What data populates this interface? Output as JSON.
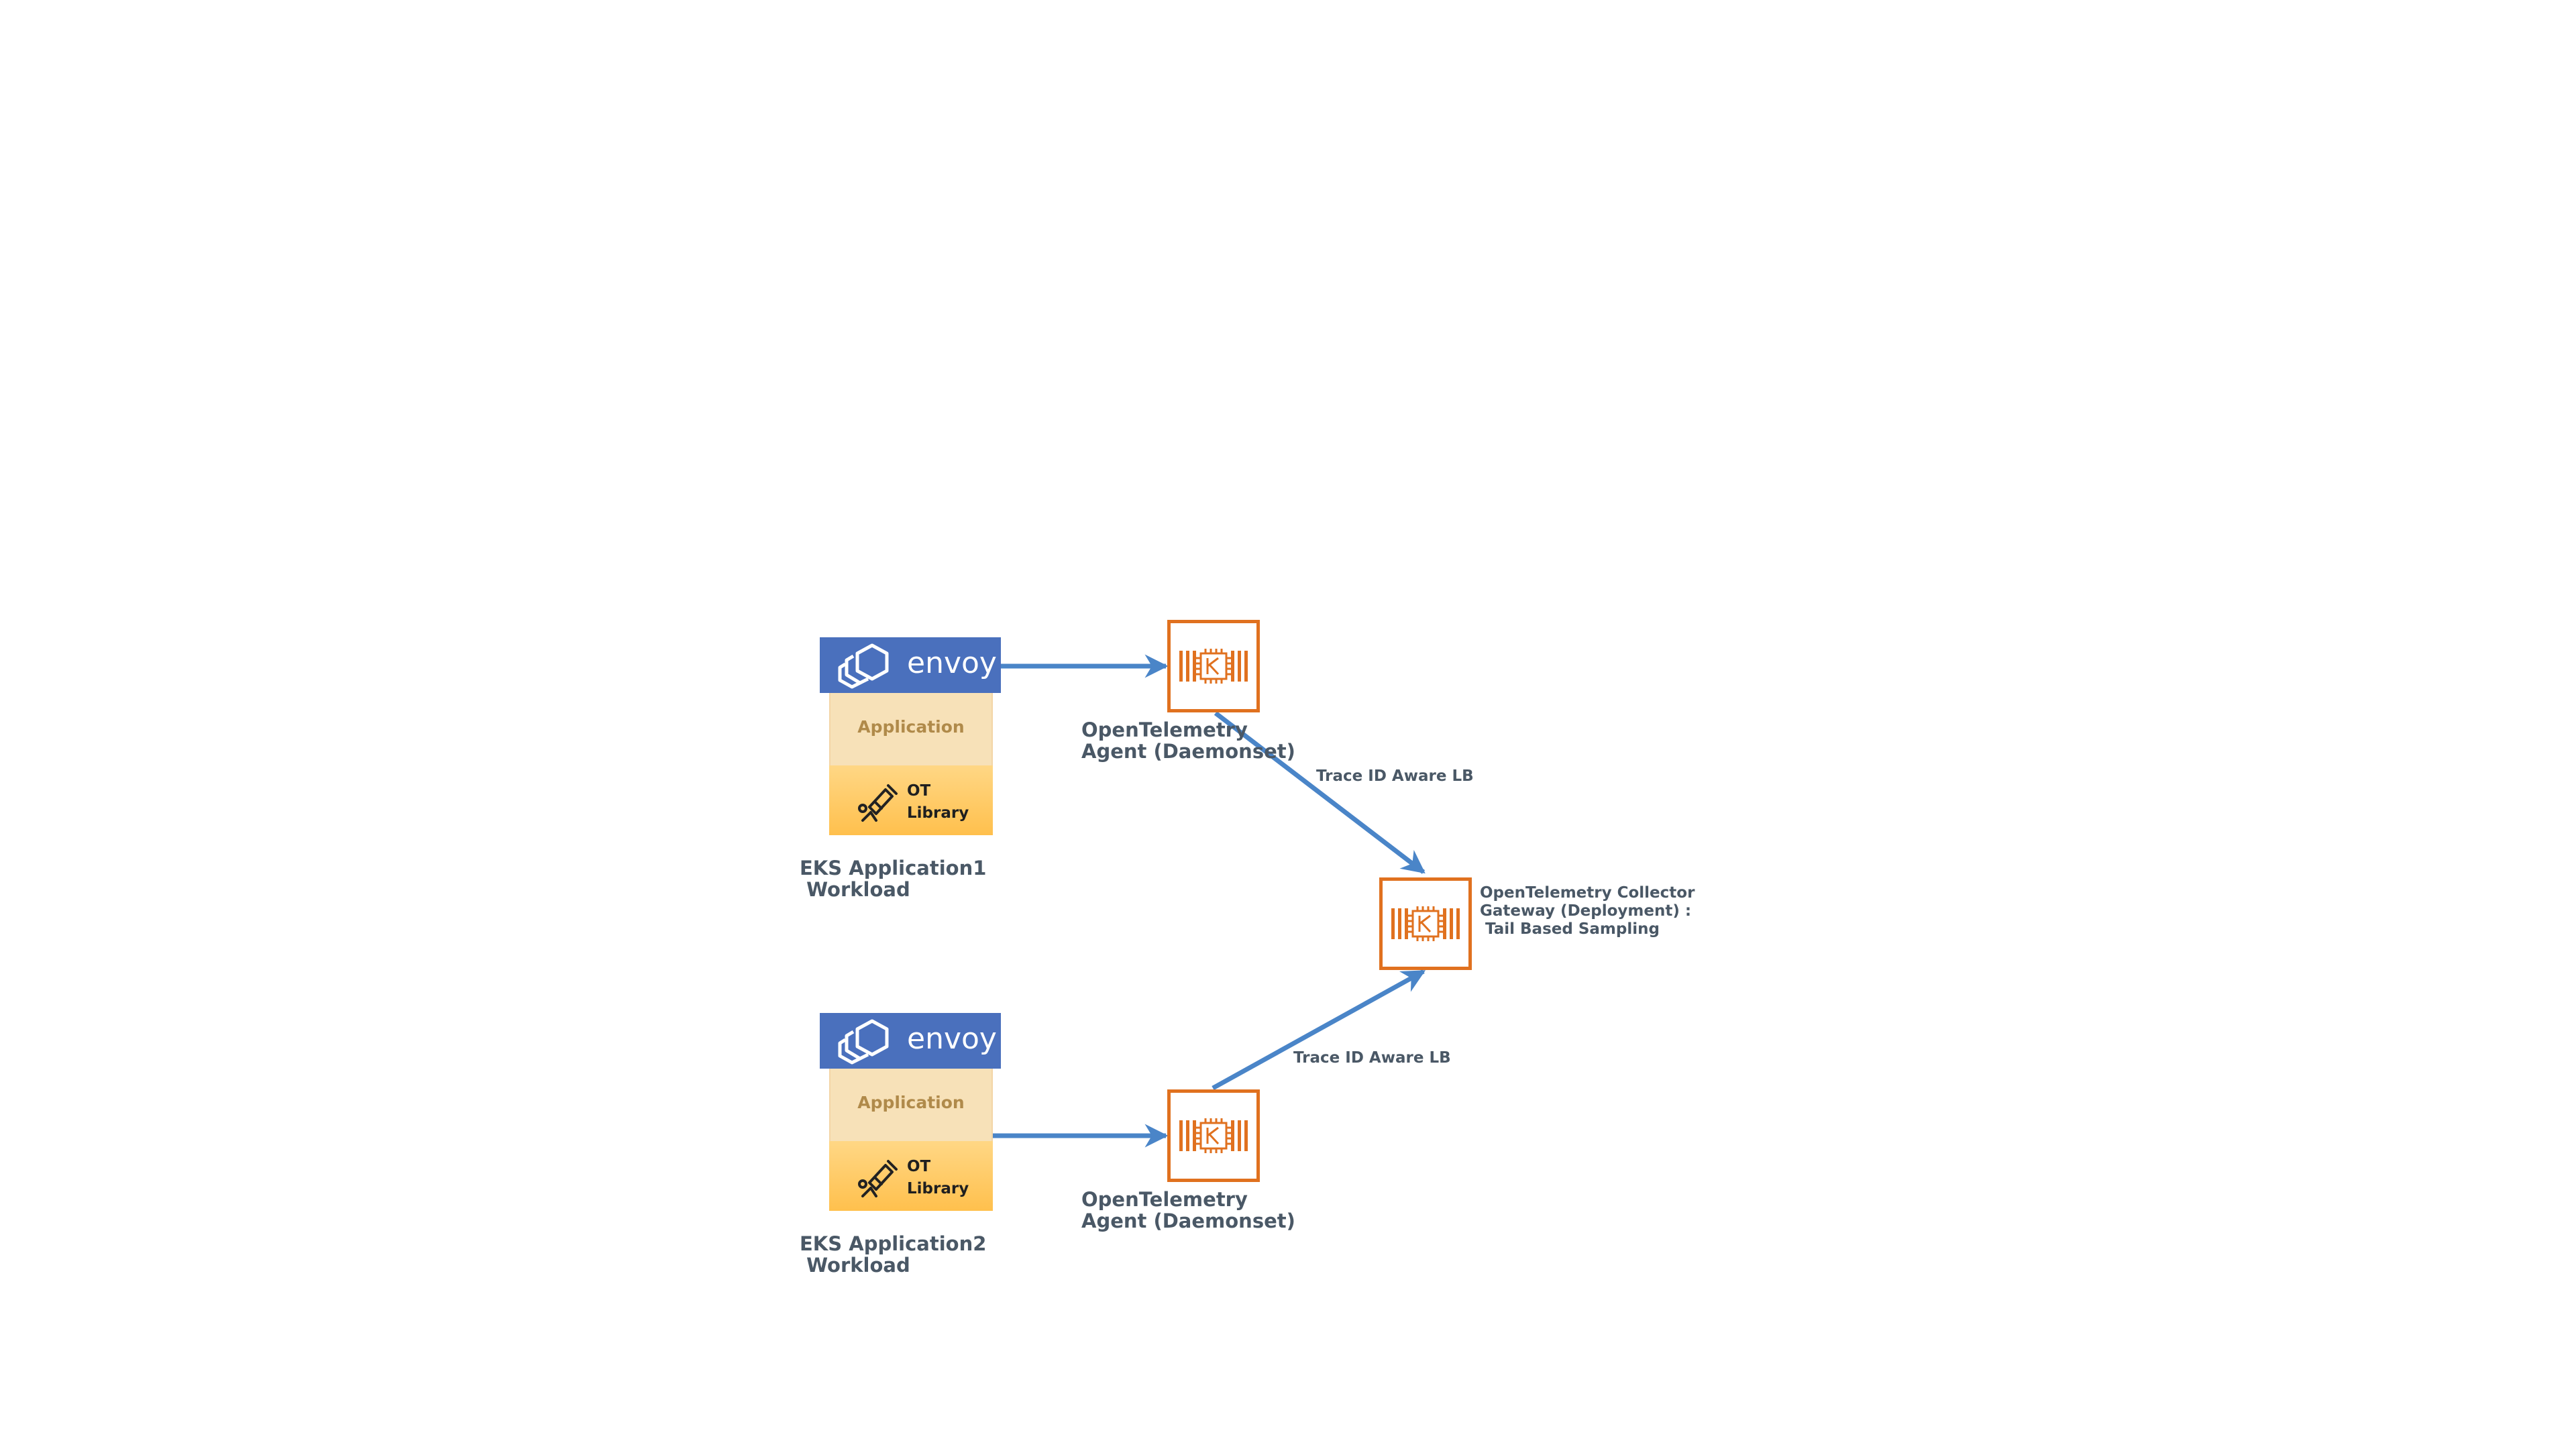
{
  "colors": {
    "arrow": "#4a85c8",
    "node_orange": "#e0711f",
    "envoy_blue": "#4a70bd",
    "application_fill": "#f7e1b8",
    "ot_library_fill": "#ffc04d",
    "label_text": "#4a5866"
  },
  "icons": {
    "envoy_logo": "envoy-logo-icon",
    "ot_library": "telescope-icon",
    "collector": "kubernetes-chip-icon"
  },
  "workloads": [
    {
      "envoy_text": "envoy",
      "application_label": "Application",
      "ot_library_label": "OT\nLibrary",
      "caption": "EKS Application1\n Workload"
    },
    {
      "envoy_text": "envoy",
      "application_label": "Application",
      "ot_library_label": "OT\nLibrary",
      "caption": "EKS Application2\n Workload"
    }
  ],
  "agents": [
    {
      "caption": "OpenTelemetry\nAgent (Daemonset)"
    },
    {
      "caption": "OpenTelemetry\nAgent (Daemonset)"
    }
  ],
  "gateway": {
    "caption": "OpenTelemetry Collector\nGateway (Deployment) :\n Tail Based Sampling"
  },
  "edges": [
    {
      "label": "Trace ID Aware LB"
    },
    {
      "label": "Trace ID Aware LB"
    }
  ]
}
